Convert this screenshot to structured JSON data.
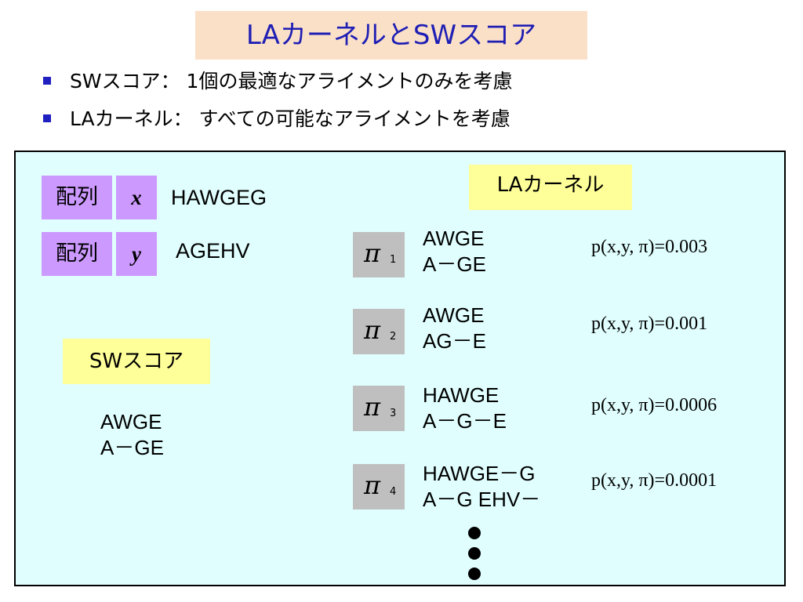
{
  "title": "LAカーネルとSWスコア",
  "bullets": [
    "SWスコア： 1個の最適なアライメントのみを考慮",
    "LAカーネル： すべての可能なアライメントを考慮"
  ],
  "colors": {
    "title_bg": "#fbe0c8",
    "title_text": "#1f1fb4",
    "bullet": "#2020c0",
    "panel_bg": "#e0fefe",
    "seq_label_bg": "#cc99ff",
    "highlight_bg": "#ffff99",
    "pi_bg": "#bfbfbf"
  },
  "sequences": [
    {
      "label": "配列",
      "var": "x",
      "value": "HAWGEG"
    },
    {
      "label": "配列",
      "var": "y",
      "value": "AGEHV"
    }
  ],
  "sw": {
    "label": "SWスコア",
    "alignment": [
      "AWGE",
      "A－GE"
    ]
  },
  "la": {
    "label": "LAカーネル",
    "pi_symbol": "π",
    "alignments": [
      {
        "index": "1",
        "top": "AWGE",
        "bottom": "A－GE",
        "prob": "p(x,y, π)=0.003"
      },
      {
        "index": "2",
        "top": "AWGE",
        "bottom": "AG－E",
        "prob": "p(x,y, π)=0.001"
      },
      {
        "index": "3",
        "top": "HAWGE",
        "bottom": "A－G－E",
        "prob": "p(x,y, π)=0.0006"
      },
      {
        "index": "4",
        "top": "HAWGE－G",
        "bottom": "A－G EHV－",
        "prob": "p(x,y, π)=0.0001"
      }
    ]
  }
}
